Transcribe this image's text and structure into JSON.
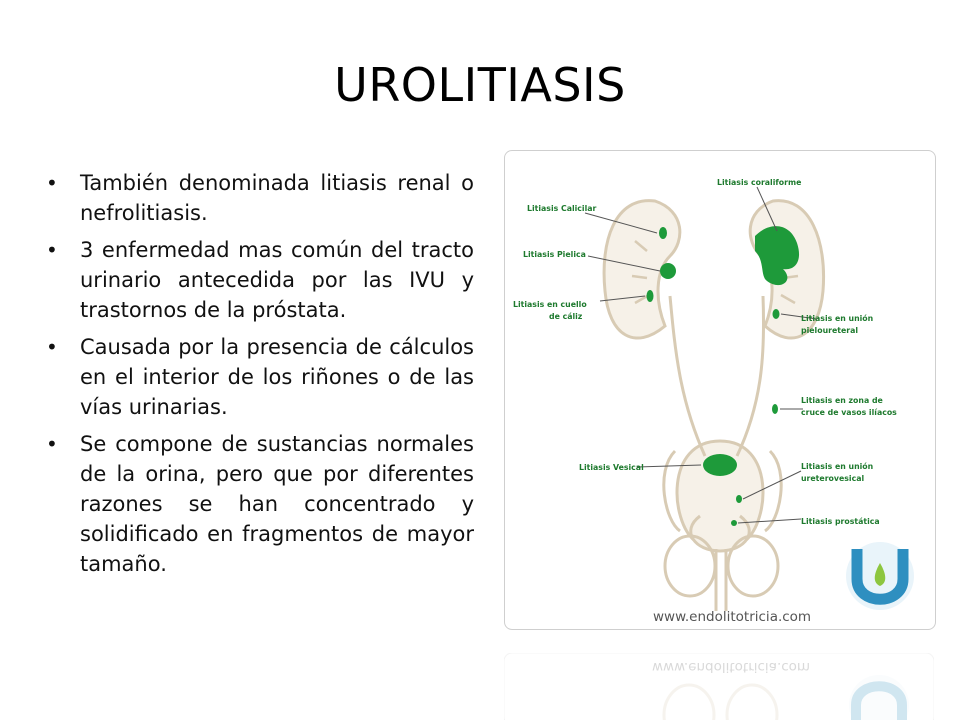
{
  "slide": {
    "title": "UROLITIASIS",
    "bullets": [
      "También denominada litiasis renal o nefrolitiasis.",
      "3 enfermedad mas común del tracto urinario antecedida por las IVU y trastornos de la próstata.",
      "Causada por la presencia de cálculos en el interior de los riñones o de las vías urinarias.",
      "Se compone de sustancias normales de la orina, pero que por diferentes razones se han concentrado y solidificado en fragmentos de mayor tamaño."
    ],
    "bullet_symbol": "•"
  },
  "figure": {
    "labels": {
      "coraliforme": "Litiasis coraliforme",
      "calicilar": "Litiasis Calicilar",
      "pielica": "Litiasis Pielica",
      "cuello_1": "Litiasis en cuello",
      "cuello_2": "de cáliz",
      "union_pielo_1": "Litiasis en unión",
      "union_pielo_2": "pieloureteral",
      "cruce_1": "Litiasis en zona de",
      "cruce_2": "cruce de vasos ilíacos",
      "vesical": "Litiasis Vesical",
      "union_uretero_1": "Litiasis en unión",
      "union_uretero_2": "ureterovesical",
      "prostatica": "Litiasis prostática"
    },
    "website": "www.endolitotricia.com",
    "logo_letter": "U",
    "colors": {
      "stone": "#1e9a3a",
      "organ_outline": "#d8cbb4",
      "organ_fill": "#f6f1e8",
      "label": "#1e7a2e",
      "logo": "#2e8fc0"
    }
  }
}
